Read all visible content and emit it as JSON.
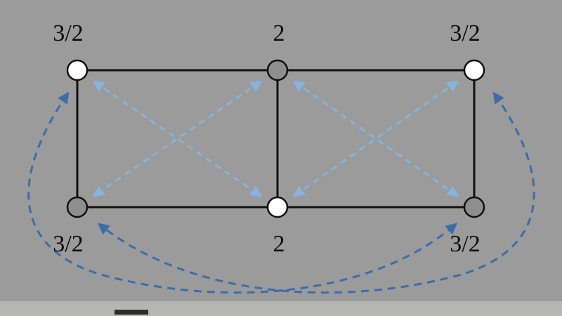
{
  "figure": {
    "background_color": "#9b9b9b",
    "bottom_strip_color": "#b5b5b1",
    "edge_color": "#101010",
    "cross_arrow_color": "#86b4dc",
    "long_arrow_color": "#3c6da8",
    "nodes": [
      {
        "id": "top-left",
        "label": "3/2",
        "fill": "#ffffff"
      },
      {
        "id": "top-middle",
        "label": "2",
        "fill": "#8e8e8e"
      },
      {
        "id": "top-right",
        "label": "3/2",
        "fill": "#ffffff"
      },
      {
        "id": "bottom-left",
        "label": "3/2",
        "fill": "#8e8e8e"
      },
      {
        "id": "bottom-middle",
        "label": "2",
        "fill": "#ffffff"
      },
      {
        "id": "bottom-right",
        "label": "3/2",
        "fill": "#8e8e8e"
      }
    ],
    "solid_edges": [
      [
        "top-left",
        "top-middle"
      ],
      [
        "top-middle",
        "top-right"
      ],
      [
        "bottom-left",
        "bottom-middle"
      ],
      [
        "bottom-middle",
        "bottom-right"
      ],
      [
        "top-left",
        "bottom-left"
      ],
      [
        "top-middle",
        "bottom-middle"
      ],
      [
        "top-right",
        "bottom-right"
      ]
    ],
    "dashed_cross_edges": [
      [
        "top-left",
        "bottom-middle"
      ],
      [
        "top-middle",
        "bottom-left"
      ],
      [
        "top-middle",
        "bottom-right"
      ],
      [
        "top-right",
        "bottom-middle"
      ]
    ],
    "dashed_curved_edges": [
      [
        "top-left",
        "bottom-right"
      ],
      [
        "top-right",
        "bottom-left"
      ]
    ]
  }
}
